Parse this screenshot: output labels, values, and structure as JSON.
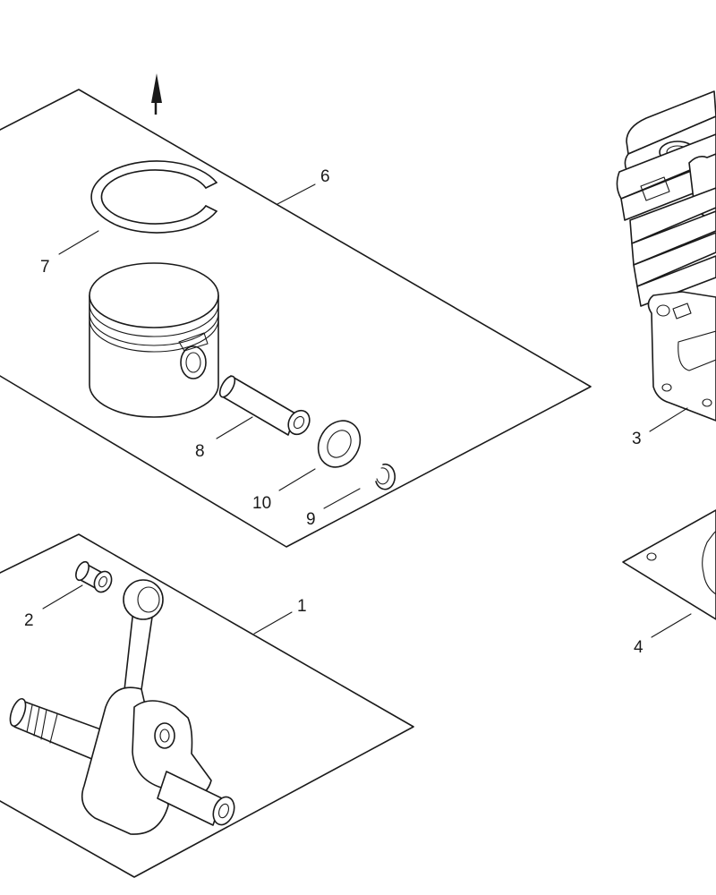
{
  "colors": {
    "line": "#1a1a1a",
    "background": "#ffffff"
  },
  "callouts": {
    "c1": "1",
    "c2": "2",
    "c3": "3",
    "c4": "4",
    "c6": "6",
    "c7": "7",
    "c8": "8",
    "c9": "9",
    "c10": "10"
  }
}
